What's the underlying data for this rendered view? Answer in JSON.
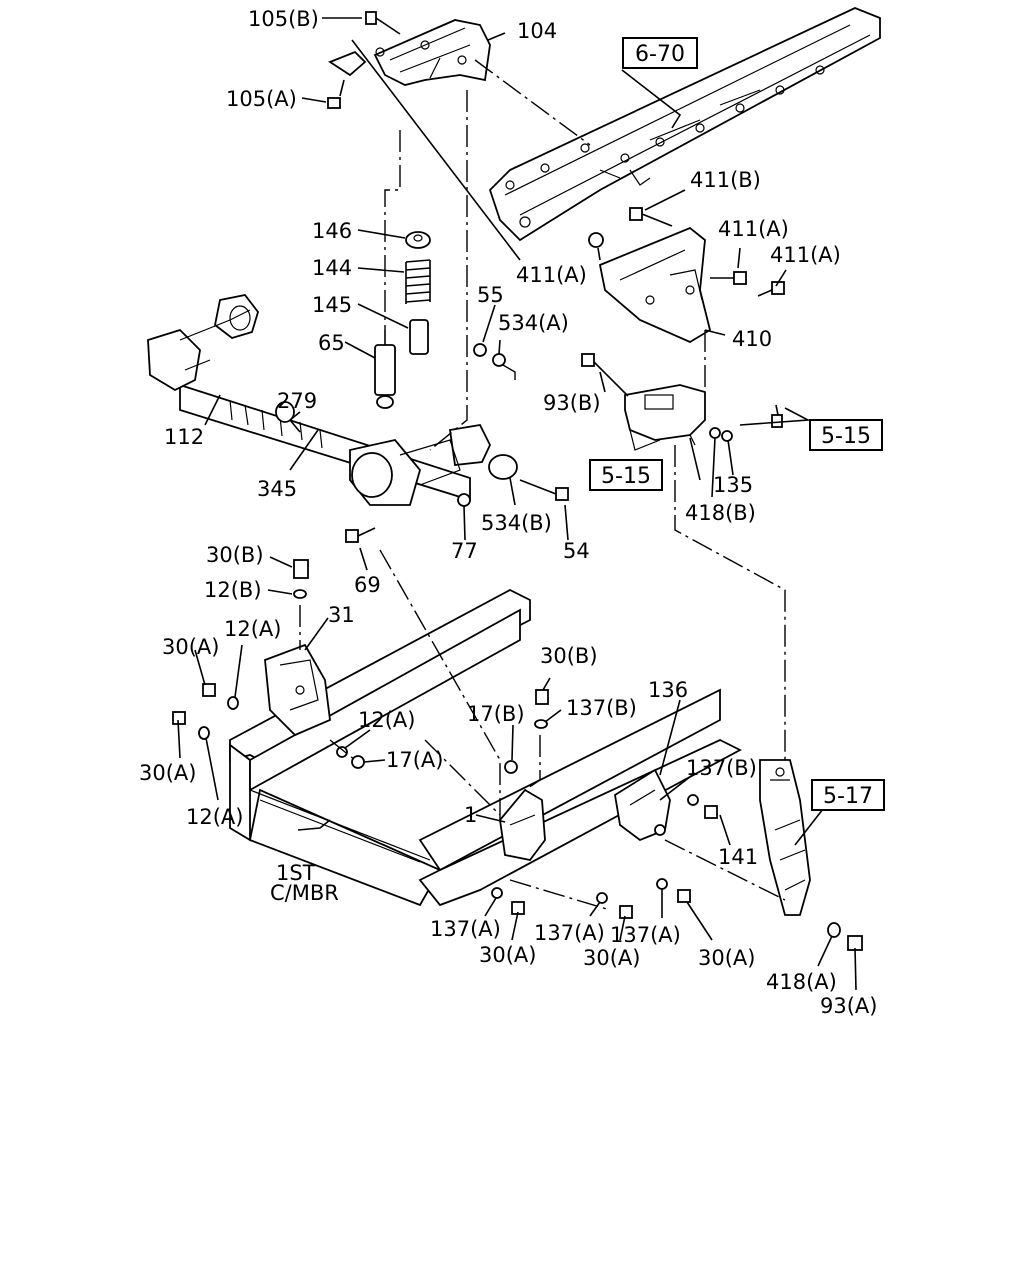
{
  "ref_boxes": [
    "6-70",
    "5-15",
    "5-15",
    "5-17"
  ],
  "labels": {
    "l105b": "105(B)",
    "l104": "104",
    "l105a": "105(A)",
    "l411b": "411(B)",
    "l411a_1": "411(A)",
    "l411a_2": "411(A)",
    "l411a_3": "411(A)",
    "l410": "410",
    "l146": "146",
    "l144": "144",
    "l145": "145",
    "l55": "55",
    "l534a": "534(A)",
    "l65": "65",
    "l279": "279",
    "l112": "112",
    "l93b": "93(B)",
    "l345": "345",
    "l534b": "534(B)",
    "l77": "77",
    "l54": "54",
    "l135": "135",
    "l418b": "418(B)",
    "l30b_1": "30(B)",
    "l12b": "12(B)",
    "l69": "69",
    "l31": "31",
    "l12a_1": "12(A)",
    "l30a_1": "30(A)",
    "l30b_2": "30(B)",
    "l136": "136",
    "l137b_1": "137(B)",
    "l17b": "17(B)",
    "l12a_2": "12(A)",
    "l17a": "17(A)",
    "l30a_2": "30(A)",
    "l12a_3": "12(A)",
    "l137b_2": "137(B)",
    "l1": "1",
    "l141": "141",
    "l1st": "1ST",
    "lcmbr": "C/MBR",
    "l137a_1": "137(A)",
    "l137a_2": "137(A)",
    "l137a_3": "137(A)",
    "l30a_3": "30(A)",
    "l30a_4": "30(A)",
    "l30a_5": "30(A)",
    "l418a": "418(A)",
    "l93a": "93(A)"
  }
}
